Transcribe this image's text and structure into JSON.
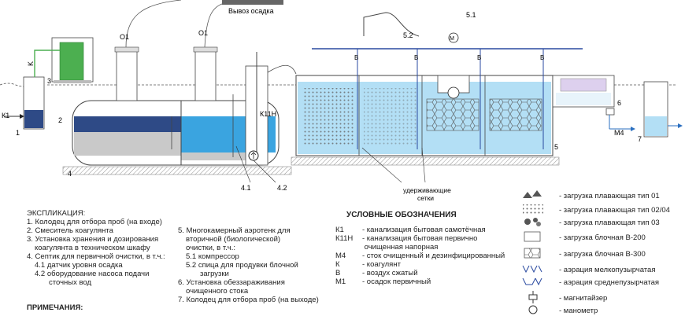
{
  "diagram": {
    "truck_label": "Вывоз осадка",
    "o1_left": "O1",
    "o1_right": "O1",
    "k_label": "K",
    "k1_inlet": "К1",
    "k11h_label": "К11Н",
    "label_5_1": "5.1",
    "label_5_2": "5.2",
    "m4_label": "М4",
    "m_circle": "M",
    "retaining_nets": "удерживающие\nсетки",
    "num_1": "1",
    "num_2": "2",
    "num_3": "3",
    "num_4": "4",
    "num_4_1": "4.1",
    "num_4_2": "4.2",
    "num_5": "5",
    "num_6": "6",
    "num_7": "7",
    "valve_b": "B"
  },
  "explication": {
    "title": "ЭКСПЛИКАЦИЯ:",
    "col1": [
      "1. Колодец для отбора проб (на входе)",
      "2. Смеситель коагулянта",
      "3. Установка хранения и дозирования",
      "    коагулянта в техническом шкафу",
      "4. Септик для первичной очистки, в т.ч.:",
      "    4.1 датчик уровня осадка",
      "    4.2 оборудование насоса подачи",
      "          сточных вод"
    ],
    "col2": [
      "5. Многокамерный аэротенк для",
      "    вторичной (биологической)",
      "    очистки, в т.ч.:",
      "    5.1 компрессор",
      "    5.2 спица для продувки блочной",
      "          загрузки",
      "6. Установка обеззараживания",
      "    очищенного стока",
      "7. Колодец для отбора проб (на выходе)"
    ]
  },
  "notes_title": "ПРИМЕЧАНИЯ:",
  "symbols": {
    "title": "УСЛОВНЫЕ ОБОЗНАЧЕНИЯ",
    "items": [
      {
        "code": "К1",
        "text": "- канализация бытовая самотёчная"
      },
      {
        "code": "К11Н",
        "text": "- канализация бытовая первично"
      },
      {
        "code": "",
        "text": "  очищенная напорная"
      },
      {
        "code": "М4",
        "text": "- сток очищенный и дезинфицированный"
      },
      {
        "code": "К",
        "text": "- коагулянт"
      },
      {
        "code": "В",
        "text": "- воздух сжатый"
      },
      {
        "code": "М1",
        "text": "- осадок первичный"
      }
    ]
  },
  "legend": [
    {
      "icon": "float-01-icon",
      "text": "- загрузка плавающая тип 01"
    },
    {
      "icon": "float-0204-icon",
      "text": "- загрузка плавающая тип 02/04"
    },
    {
      "icon": "float-03-icon",
      "text": "- загрузка плавающая тип 03"
    },
    {
      "icon": "block-b200-icon",
      "text": "- загрузка блочная В-200"
    },
    {
      "icon": "block-b300-icon",
      "text": "- загрузка блочная В-300"
    },
    {
      "icon": "aeration-fine-icon",
      "text": "- аэрация мелкопузырчатая"
    },
    {
      "icon": "aeration-medium-icon",
      "text": "- аэрация среднепузырчатая"
    },
    {
      "icon": "magnetizer-icon",
      "text": "- магнитайзер"
    },
    {
      "icon": "manometer-icon",
      "text": "- манометр"
    }
  ],
  "colors": {
    "water_light": "#b3dff5",
    "water_mid": "#3aa4e0",
    "water_dark": "#2e4a86",
    "sludge": "#c9c9c9",
    "pipe_blue": "#2a4aa0",
    "coagulant_green": "#4caf50"
  }
}
